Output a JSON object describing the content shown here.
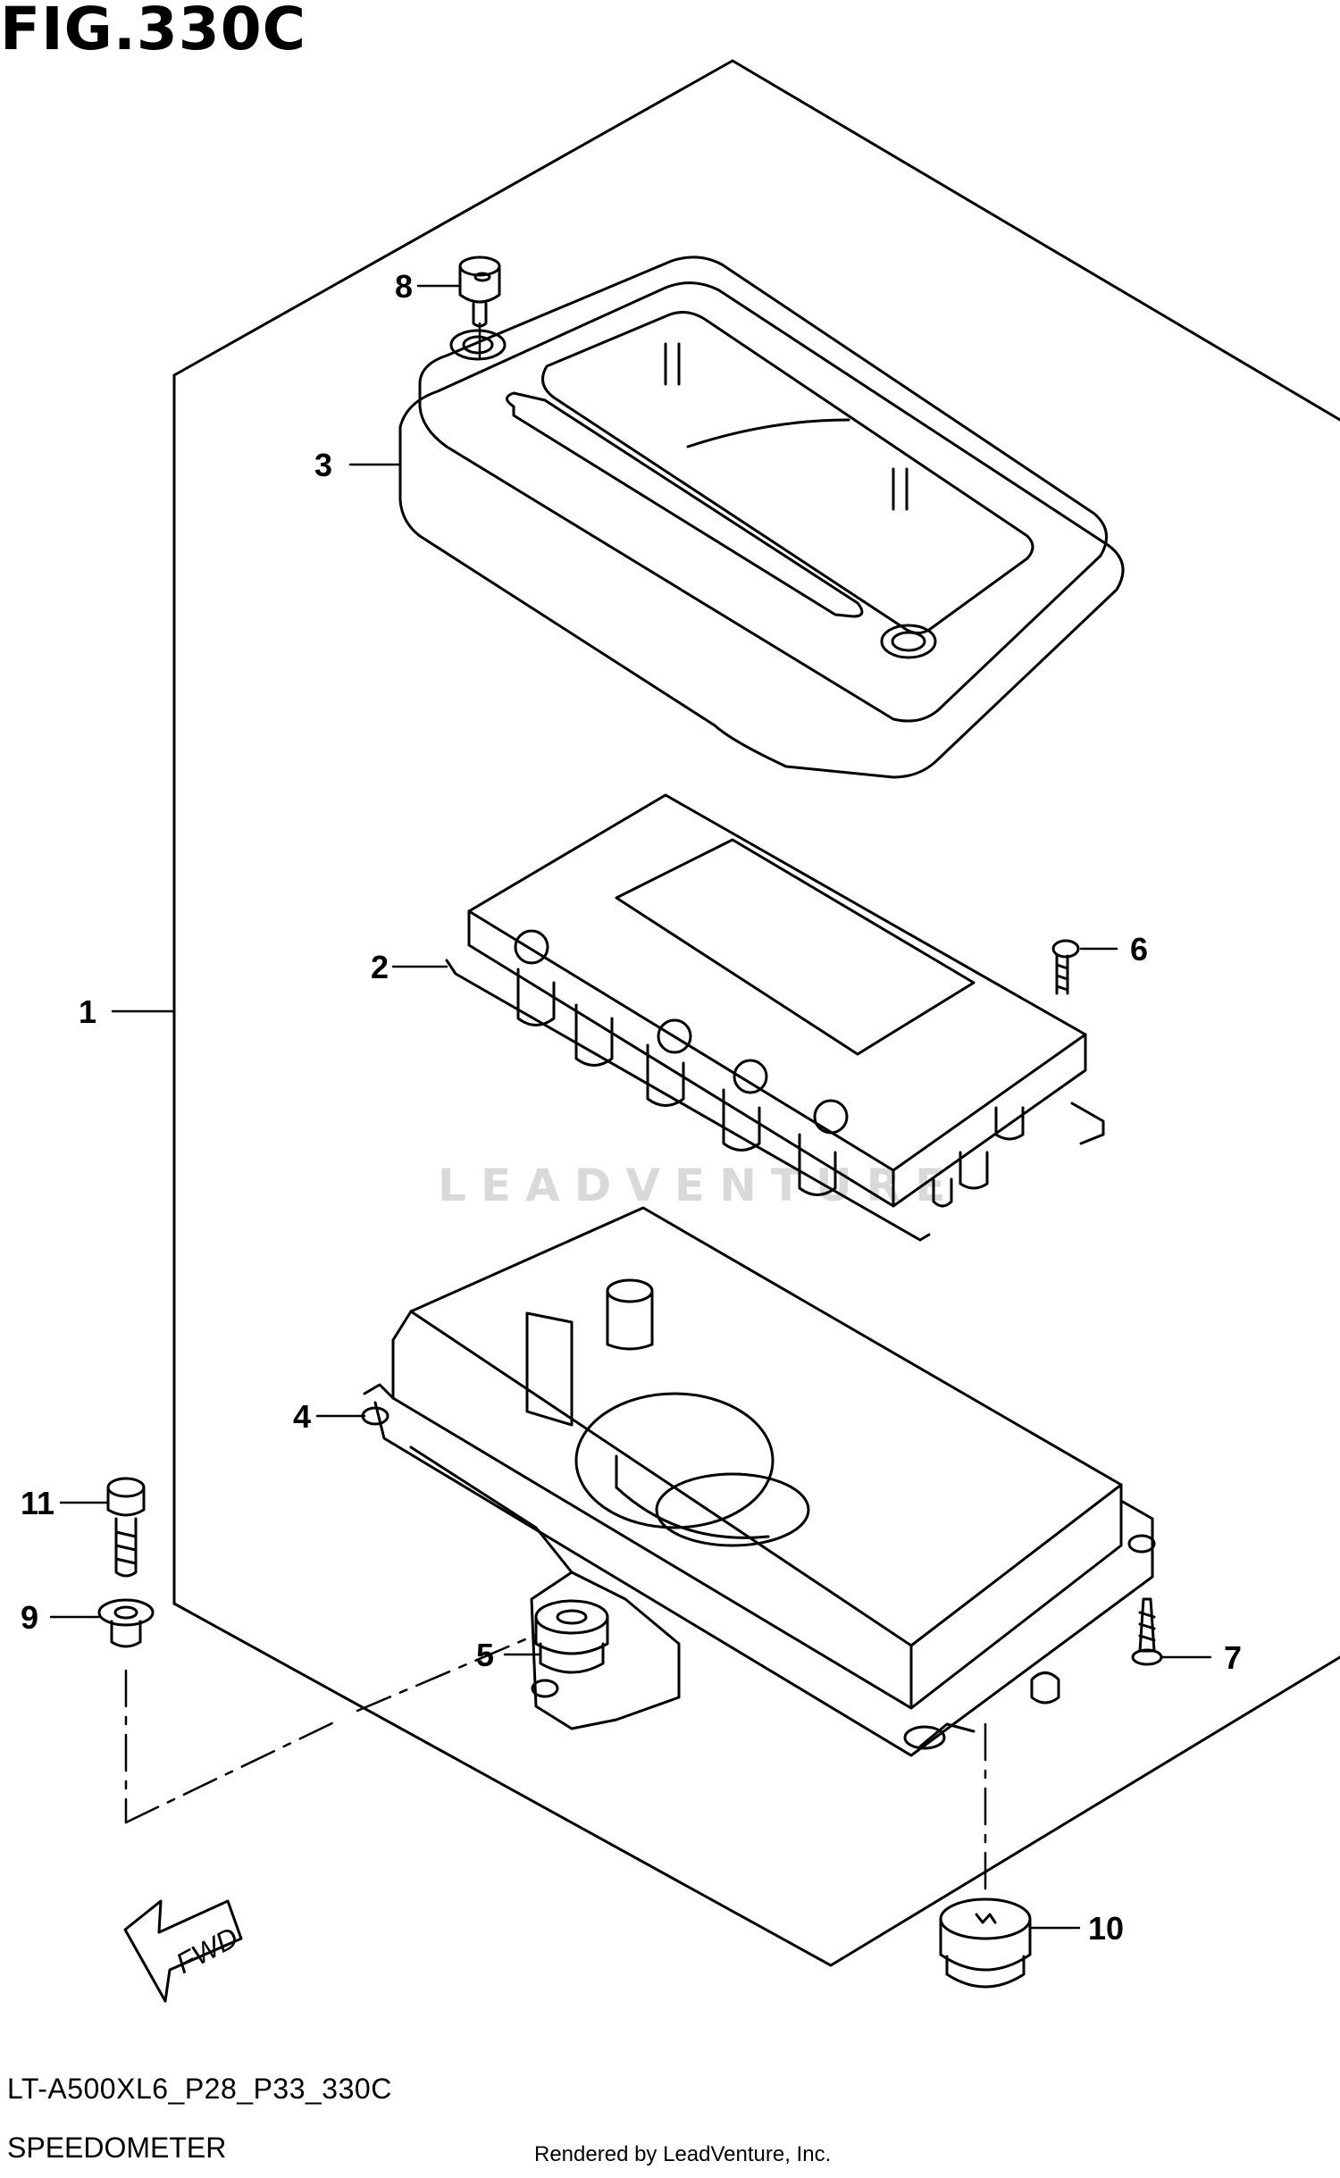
{
  "figure": {
    "title": "FIG.330C"
  },
  "callouts": [
    {
      "id": "1",
      "label": "1"
    },
    {
      "id": "2",
      "label": "2"
    },
    {
      "id": "3",
      "label": "3"
    },
    {
      "id": "4",
      "label": "4"
    },
    {
      "id": "5",
      "label": "5"
    },
    {
      "id": "6",
      "label": "6"
    },
    {
      "id": "7",
      "label": "7"
    },
    {
      "id": "8",
      "label": "8"
    },
    {
      "id": "9",
      "label": "9"
    },
    {
      "id": "10",
      "label": "10"
    },
    {
      "id": "11",
      "label": "11"
    }
  ],
  "fwd_arrow": {
    "label": "FWD"
  },
  "footer": {
    "model_code": "LT-A500XL6_P28_P33_330C",
    "caption": "SPEEDOMETER",
    "credit": "Rendered by LeadVenture, Inc."
  },
  "watermark": "LEADVENTURE",
  "colors": {
    "line": "#000000",
    "background": "#ffffff",
    "watermark": "#d9d9d9"
  }
}
